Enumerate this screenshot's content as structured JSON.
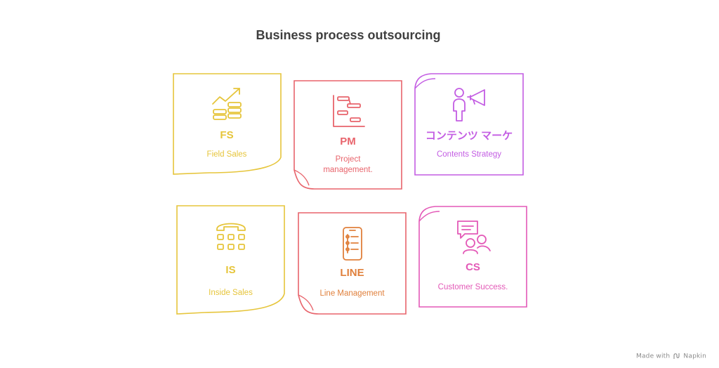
{
  "title": "Business process outsourcing",
  "cards": [
    {
      "abbr": "FS",
      "desc": [
        "Field Sales"
      ],
      "color": "#e6c53b",
      "icon": "money-growth-icon"
    },
    {
      "abbr": "PM",
      "desc": [
        "Project",
        "management."
      ],
      "color": "#e8646c",
      "icon": "gantt-chart-icon"
    },
    {
      "abbr": "コンテンツ マーケ",
      "desc": [
        "Contents Strategy"
      ],
      "color": "#c35de3",
      "icon": "megaphone-person-icon"
    },
    {
      "abbr": "IS",
      "desc": [
        "Inside Sales"
      ],
      "color": "#e6c53b",
      "icon": "telephone-icon"
    },
    {
      "abbr": "LINE",
      "desc": [
        "Line Management"
      ],
      "color": "#e0803c",
      "icon": "smartphone-icon"
    },
    {
      "abbr": "CS",
      "desc": [
        "Customer Success."
      ],
      "color": "#e359b7",
      "icon": "customer-chat-icon"
    }
  ],
  "footer": {
    "prefix": "Made with",
    "brand": "Napkin"
  }
}
